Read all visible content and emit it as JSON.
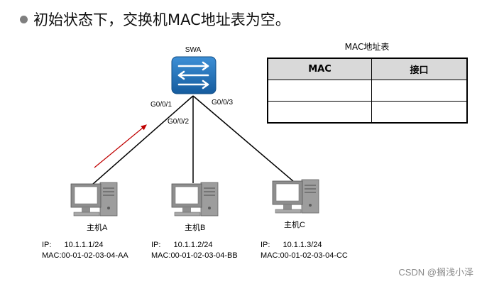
{
  "heading": "初始状态下，交换机MAC地址表为空。",
  "switch": {
    "name": "SWA",
    "color": "#1f6fb8",
    "ports": [
      "G0/0/1",
      "G0/0/2",
      "G0/0/3"
    ]
  },
  "mac_table": {
    "title": "MAC地址表",
    "headers": [
      "MAC",
      "接口"
    ],
    "rows": [
      [
        "",
        ""
      ],
      [
        "",
        ""
      ]
    ]
  },
  "hosts": [
    {
      "name": "主机A",
      "ip_label": "IP:",
      "ip": "10.1.1.1/24",
      "mac": "MAC:00-01-02-03-04-AA"
    },
    {
      "name": "主机B",
      "ip_label": "IP:",
      "ip": "10.1.1.2/24",
      "mac": "MAC:00-01-02-03-04-BB"
    },
    {
      "name": "主机C",
      "ip_label": "IP:",
      "ip": "10.1.1.3/24",
      "mac": "MAC:00-01-02-03-04-CC"
    }
  ],
  "arrow_color": "#c00000",
  "watermark": "CSDN @搁浅小泽"
}
